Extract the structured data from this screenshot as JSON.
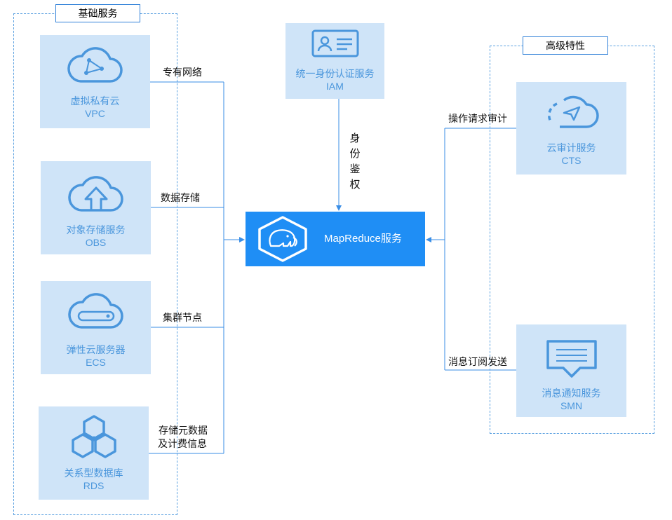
{
  "groups": {
    "basic": {
      "title": "基础服务"
    },
    "advanced": {
      "title": "高级特性"
    }
  },
  "services": {
    "vpc": {
      "name": "虚拟私有云",
      "abbr": "VPC",
      "icon": "cloud-network-icon"
    },
    "obs": {
      "name": "对象存储服务",
      "abbr": "OBS",
      "icon": "cloud-upload-icon"
    },
    "ecs": {
      "name": "弹性云服务器",
      "abbr": "ECS",
      "icon": "cloud-server-icon"
    },
    "rds": {
      "name": "关系型数据库",
      "abbr": "RDS",
      "icon": "hexagon-cluster-icon"
    },
    "iam": {
      "name": "统一身份认证服务",
      "abbr": "IAM",
      "icon": "id-card-icon"
    },
    "cts": {
      "name": "云审计服务",
      "abbr": "CTS",
      "icon": "cloud-audit-icon"
    },
    "smn": {
      "name": "消息通知服务",
      "abbr": "SMN",
      "icon": "message-icon"
    }
  },
  "center": {
    "name": "MapReduce服务",
    "icon": "elephant-icon"
  },
  "edges": {
    "vpc": "专有网络",
    "obs": "数据存储",
    "ecs": "集群节点",
    "rds_line1": "存储元数据",
    "rds_line2": "及计费信息",
    "iam_chars": [
      "身",
      "份",
      "鉴",
      "权"
    ],
    "cts": "操作请求审计",
    "smn": "消息订阅发送"
  },
  "colors": {
    "card_bg": "#cfe4f8",
    "card_text": "#4a96dc",
    "center_bg": "#1f8ef5",
    "line": "#3a8ee6",
    "dashed": "#5aa0e0"
  }
}
